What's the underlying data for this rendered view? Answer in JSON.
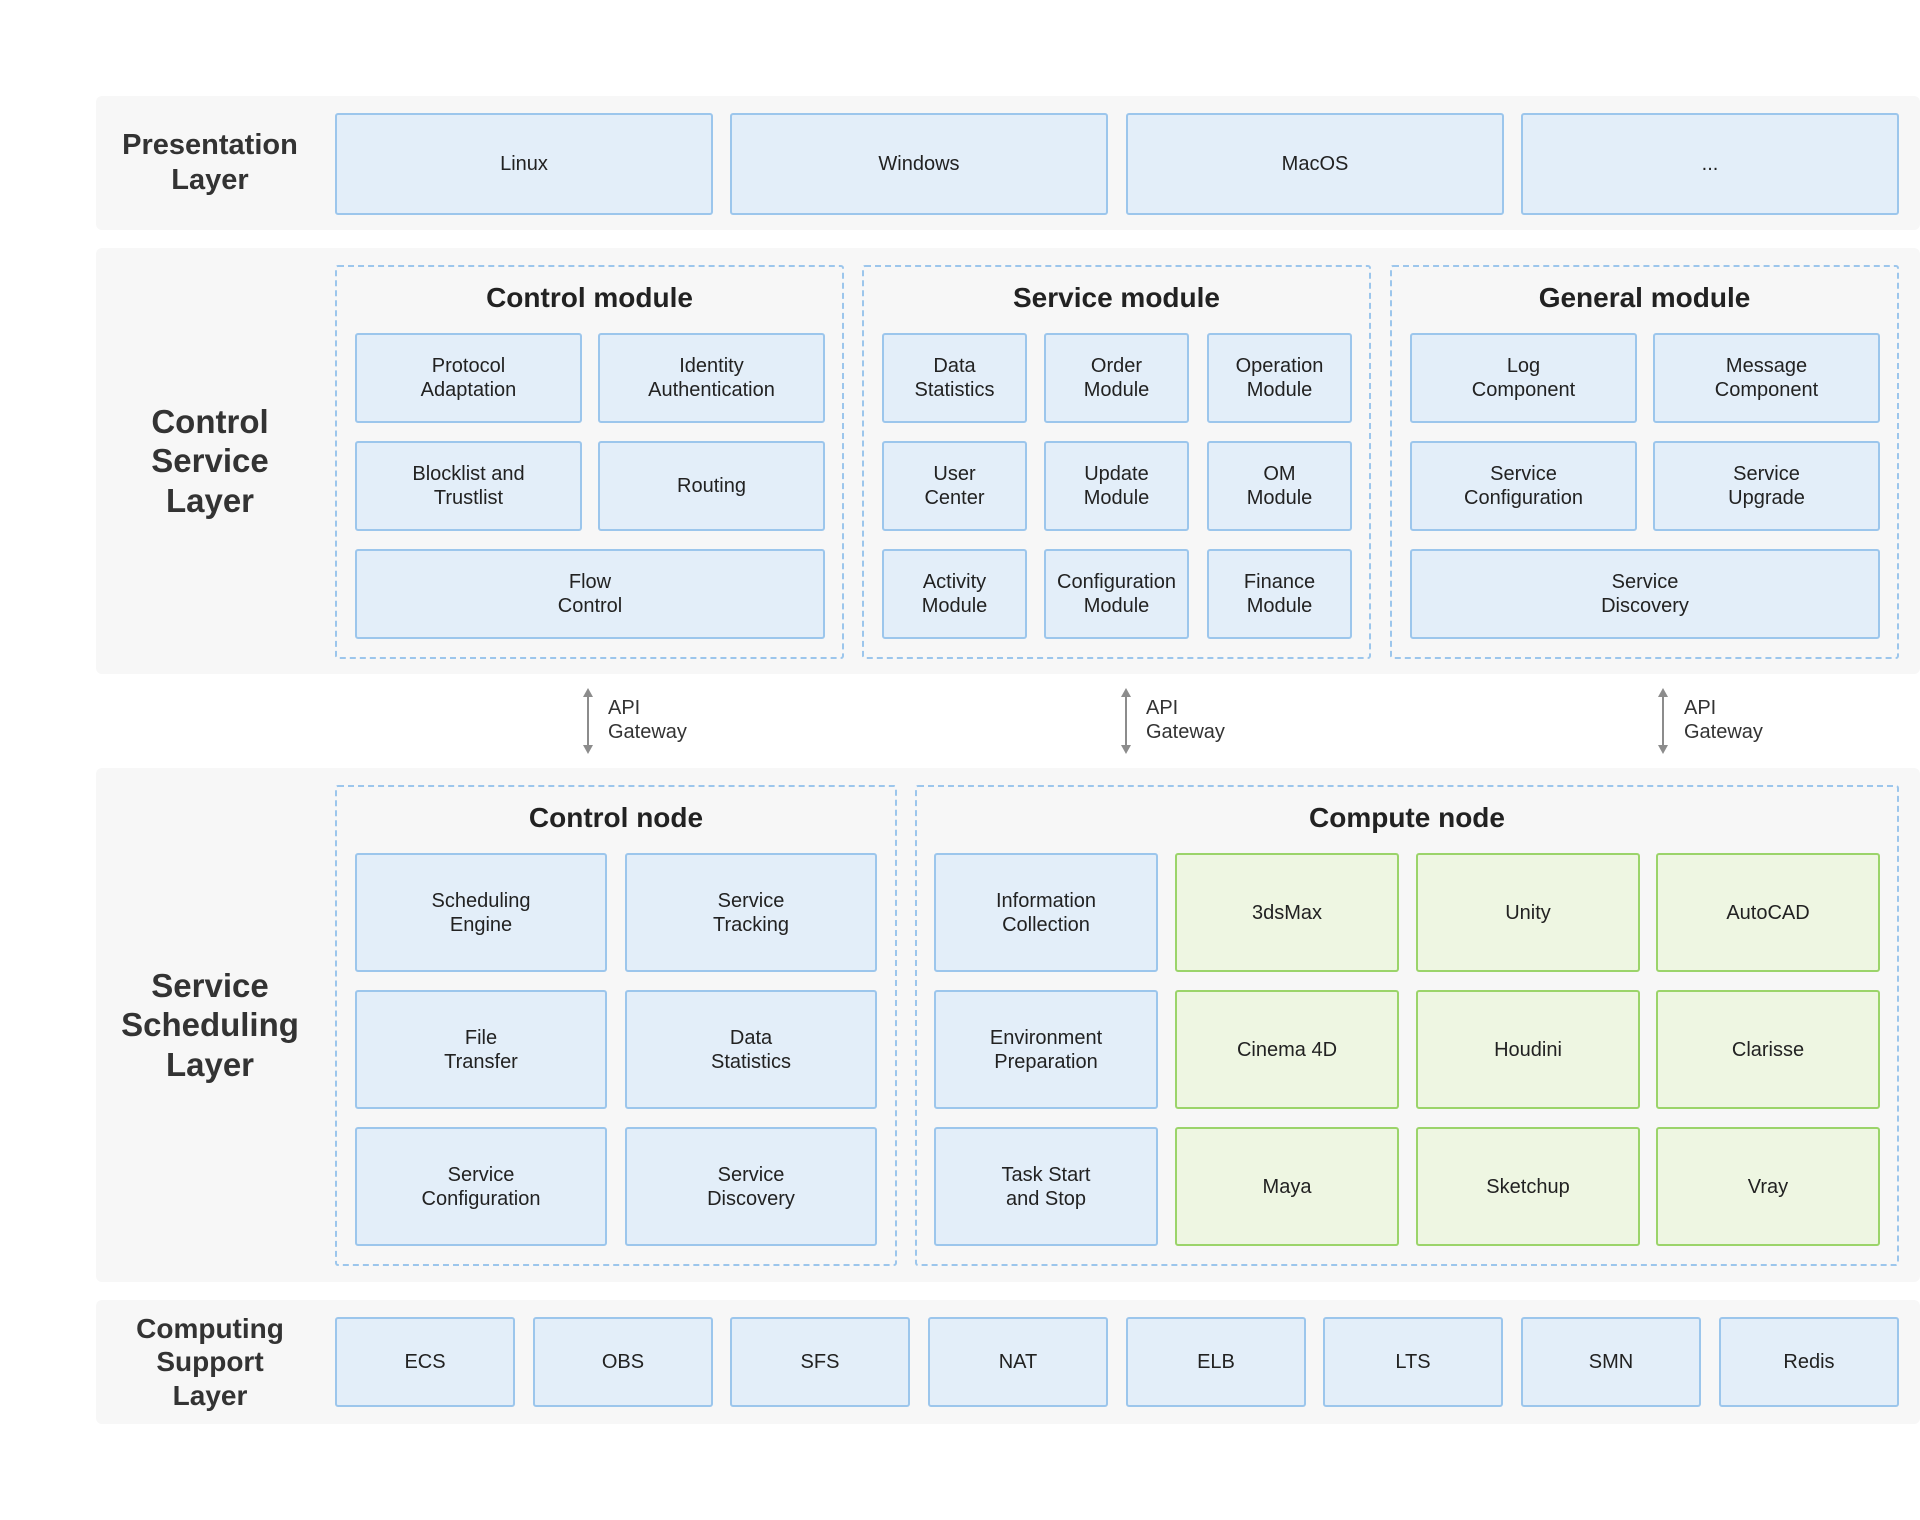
{
  "presentation_layer": {
    "title": "Presentation\nLayer",
    "items": [
      "Linux",
      "Windows",
      "MacOS",
      "..."
    ]
  },
  "control_service_layer": {
    "title": "Control\nService\nLayer",
    "control_module": {
      "title": "Control module",
      "items": [
        "Protocol\nAdaptation",
        "Identity\nAuthentication",
        "Blocklist and\nTrustlist",
        "Routing",
        "Flow\nControl"
      ]
    },
    "service_module": {
      "title": "Service module",
      "items": [
        "Data\nStatistics",
        "Order\nModule",
        "Operation\nModule",
        "User\nCenter",
        "Update\nModule",
        "OM\nModule",
        "Activity\nModule",
        "Configuration\nModule",
        "Finance\nModule"
      ]
    },
    "general_module": {
      "title": "General module",
      "items": [
        "Log\nComponent",
        "Message\nComponent",
        "Service\nConfiguration",
        "Service\nUpgrade",
        "Service\nDiscovery"
      ]
    }
  },
  "api_gateways": [
    "API\nGateway",
    "API\nGateway",
    "API\nGateway"
  ],
  "service_scheduling_layer": {
    "title": "Service\nScheduling\nLayer",
    "control_node": {
      "title": "Control node",
      "items": [
        "Scheduling\nEngine",
        "Service\nTracking",
        "File\nTransfer",
        "Data\nStatistics",
        "Service\nConfiguration",
        "Service\nDiscovery"
      ]
    },
    "compute_node": {
      "title": "Compute node",
      "info_items": [
        "Information\nCollection",
        "Environment\nPreparation",
        "Task Start\nand Stop"
      ],
      "software_items": [
        "3dsMax",
        "Unity",
        "AutoCAD",
        "Cinema 4D",
        "Houdini",
        "Clarisse",
        "Maya",
        "Sketchup",
        "Vray"
      ]
    }
  },
  "computing_support_layer": {
    "title": "Computing\nSupport\nLayer",
    "items": [
      "ECS",
      "OBS",
      "SFS",
      "NAT",
      "ELB",
      "LTS",
      "SMN",
      "Redis"
    ]
  },
  "colors": {
    "layer_background": "#f7f7f7",
    "box_fill": "#e3eef9",
    "box_border": "#9cc6ec",
    "software_fill": "#eef6e2",
    "software_border": "#9bd46a"
  }
}
